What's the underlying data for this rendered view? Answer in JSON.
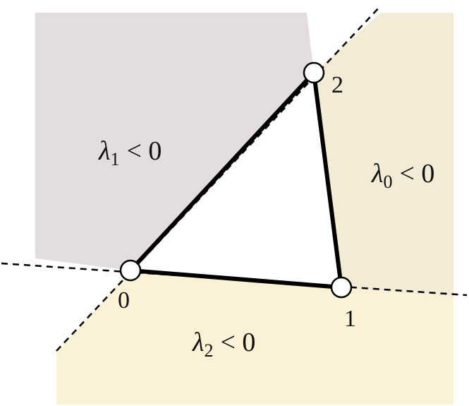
{
  "colors": {
    "region_lambda1": "#e3dedd",
    "region_lambda0": "#f4ebd6",
    "region_lambda2": "#fbf1d6",
    "edge": "#000000",
    "dashed": "#000000",
    "vertex_fill": "#ffffff",
    "triangle_fill": "#ffffff"
  },
  "vertices": [
    {
      "label": "0"
    },
    {
      "label": "1"
    },
    {
      "label": "2"
    }
  ],
  "regions": [
    {
      "lambda": "λ",
      "index": "1",
      "relation": "< 0"
    },
    {
      "lambda": "λ",
      "index": "0",
      "relation": "< 0"
    },
    {
      "lambda": "λ",
      "index": "2",
      "relation": "< 0"
    }
  ]
}
